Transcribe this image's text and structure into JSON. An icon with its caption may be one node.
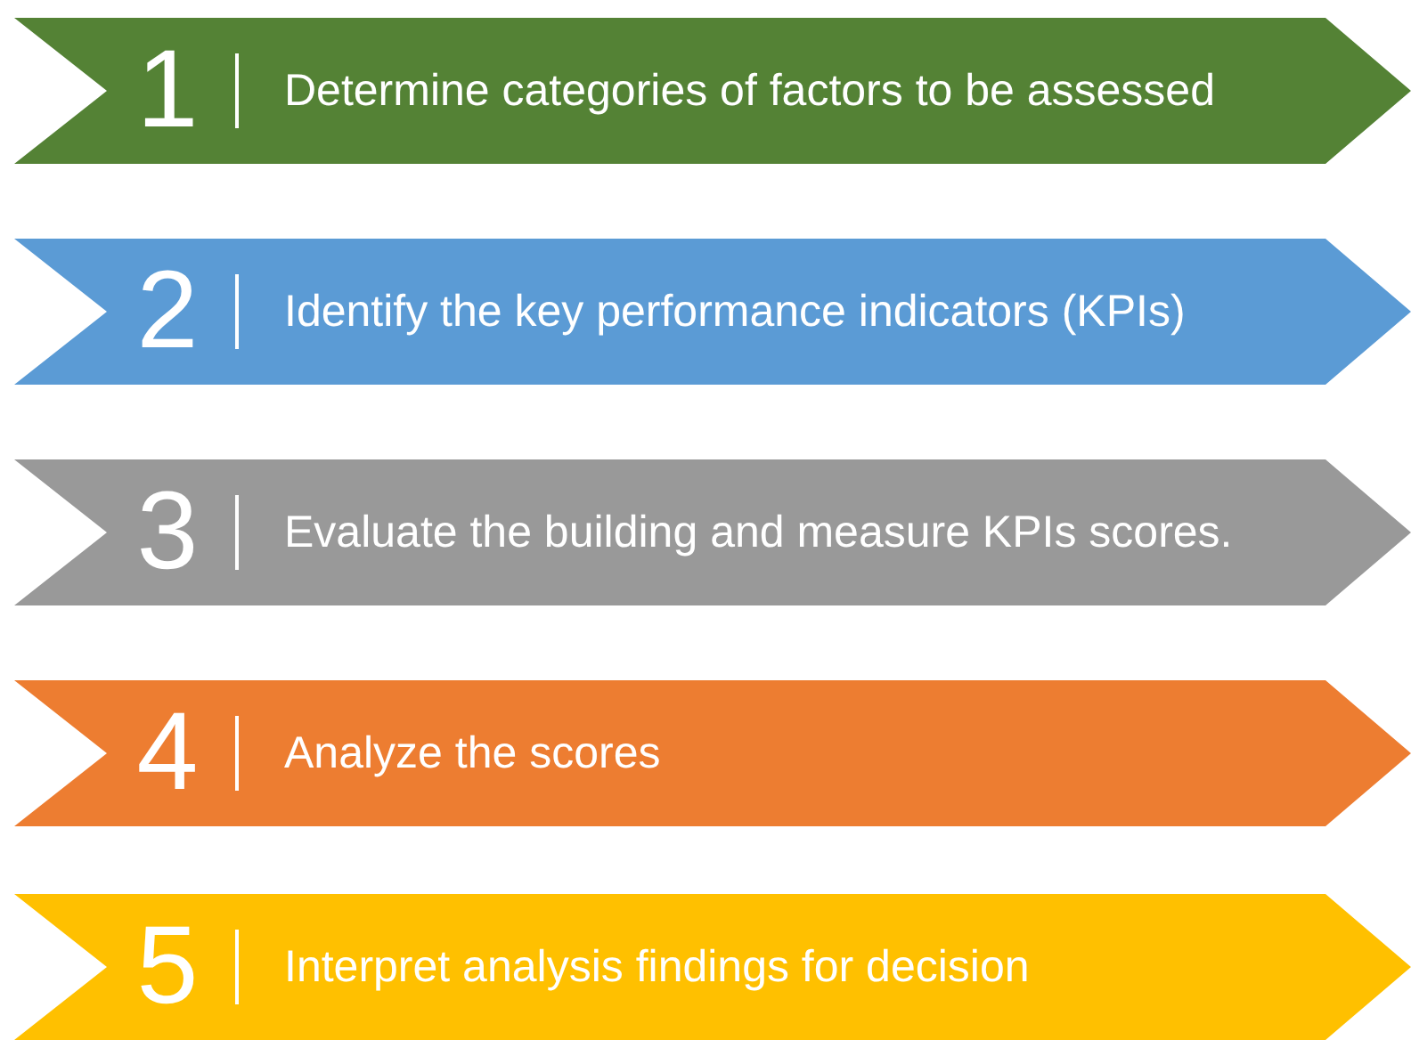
{
  "diagram": {
    "nodes": [
      {
        "text": [
          "1",
          "Determine categories of factors to be assessed"
        ]
      },
      {
        "text": [
          "2",
          "Identify the key performance indicators (KPIs)"
        ]
      },
      {
        "text": [
          "3",
          "Evaluate the building and measure KPIs scores."
        ]
      },
      {
        "text": [
          "4",
          "Analyze the scores"
        ]
      },
      {
        "text": [
          "5",
          "Interpret analysis findings for decision"
        ]
      }
    ]
  }
}
